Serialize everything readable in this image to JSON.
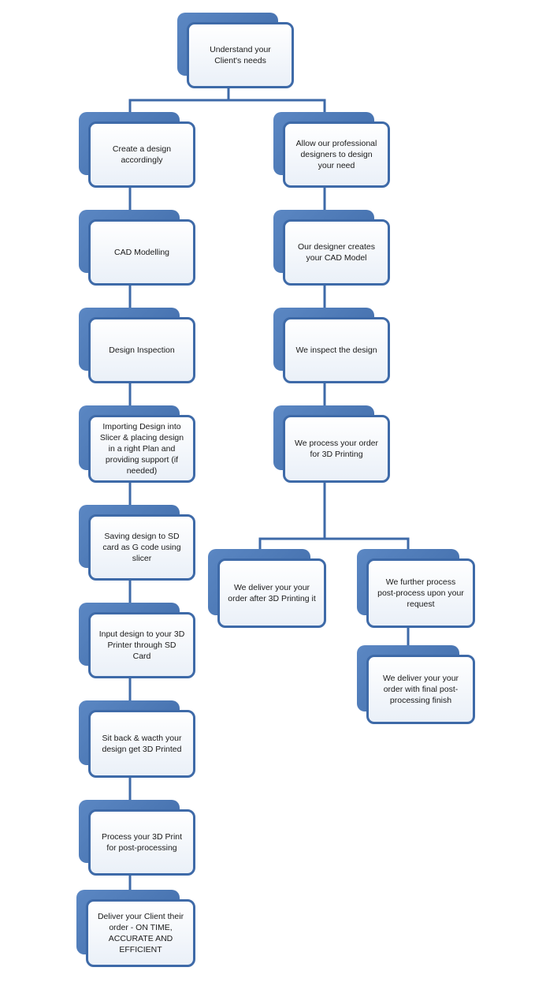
{
  "nodes": {
    "understand_needs": "Understand your Client's needs",
    "create_design": "Create a design accordingly",
    "cad_modelling": "CAD Modelling",
    "design_inspection": "Design Inspection",
    "import_slicer": "Importing Design into Slicer & placing design in a right Plan and providing support (if needed)",
    "saving_sd": "Saving design to SD card as  G code using slicer",
    "input_printer": "Input design to your 3D Printer through SD Card",
    "sit_back": "Sit back & wacth  your design get 3D Printed",
    "process_print": "Process your 3D Print for post-processing",
    "deliver_client": "Deliver your Client their order - ON TIME, ACCURATE AND EFFICIENT",
    "allow_designers": "Allow our professional designers to design your need",
    "designer_creates": "Our designer creates your CAD Model",
    "we_inspect": "We inspect the design",
    "we_process": "We process your order for 3D Printing",
    "we_deliver": "We deliver your your order after 3D Printing it",
    "further_process": "We further process post-process upon your request",
    "deliver_final": "We deliver your your order with final post-processing finish"
  },
  "colors": {
    "connector": "#3e6aa8",
    "box_back": "#4a76b3",
    "box_border": "#3e6aa8",
    "box_fill": "#eaf0f8"
  }
}
